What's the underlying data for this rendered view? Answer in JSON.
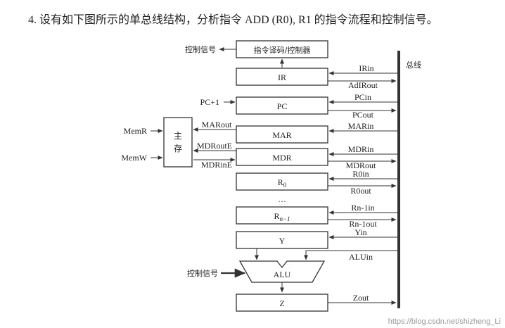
{
  "question": {
    "number": "4.",
    "text": "设有如下图所示的单总线结构，分析指令 ADD (R0), R1 的指令流程和控制信号。"
  },
  "bus_label": "总线",
  "control_unit": {
    "label": "指令译码/控制器",
    "output_label": "控制信号"
  },
  "registers": {
    "ir": {
      "label": "IR",
      "in": "IRin",
      "out": "AdIRout"
    },
    "pc": {
      "label": "PC",
      "in": "PCin",
      "out": "PCout",
      "side_input": "PC+1"
    },
    "mar": {
      "label": "MAR",
      "in": "MARin",
      "to_memory": "MARout"
    },
    "mdr": {
      "label": "MDR",
      "in": "MDRin",
      "out": "MDRout",
      "to_memory": "MDRoutE",
      "from_memory": "MDRinE"
    },
    "r0": {
      "label": "R",
      "subscript": "0",
      "in": "R0in",
      "out": "R0out"
    },
    "ellipsis": "…",
    "rn1": {
      "label": "R",
      "subscript": "n−1",
      "in": "Rn-1in",
      "out": "Rn-1out"
    },
    "y": {
      "label": "Y",
      "in": "Yin"
    },
    "z": {
      "label": "Z",
      "out": "Zout"
    }
  },
  "alu": {
    "label": "ALU",
    "in": "ALUin",
    "control": "控制信号"
  },
  "memory": {
    "label_top": "主",
    "label_bottom": "存",
    "read": "MemR",
    "write": "MemW"
  },
  "watermark": "https://blog.csdn.net/shizheng_Li"
}
